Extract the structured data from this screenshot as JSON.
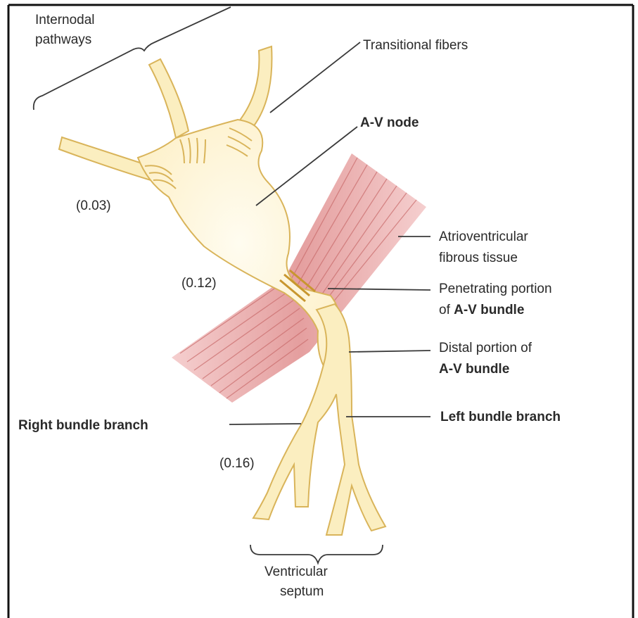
{
  "labels": {
    "internodal_line1": "Internodal",
    "internodal_line2": "pathways",
    "transitional_fibers": "Transitional fibers",
    "av_node": "A-V node",
    "av_fibrous_line1": "Atrioventricular",
    "av_fibrous_line2": "fibrous tissue",
    "penetrating_line1": "Penetrating portion",
    "penetrating_line2_prefix": "of ",
    "penetrating_line2_bold": "A-V bundle",
    "distal_line1": "Distal portion of",
    "distal_line2": "A-V bundle",
    "right_bundle_branch": "Right bundle branch",
    "left_bundle_branch": "Left bundle branch",
    "ventricular_line1": "Ventricular",
    "ventricular_line2": "septum",
    "time_003": "(0.03)",
    "time_012": "(0.12)",
    "time_016": "(0.16)"
  },
  "colors": {
    "conduction_fill": "#fbeec0",
    "conduction_outline": "#d9b45a",
    "node_fill": "#fff9e6",
    "fibrous_tissue": "#e59a9a",
    "border": "#111111"
  }
}
